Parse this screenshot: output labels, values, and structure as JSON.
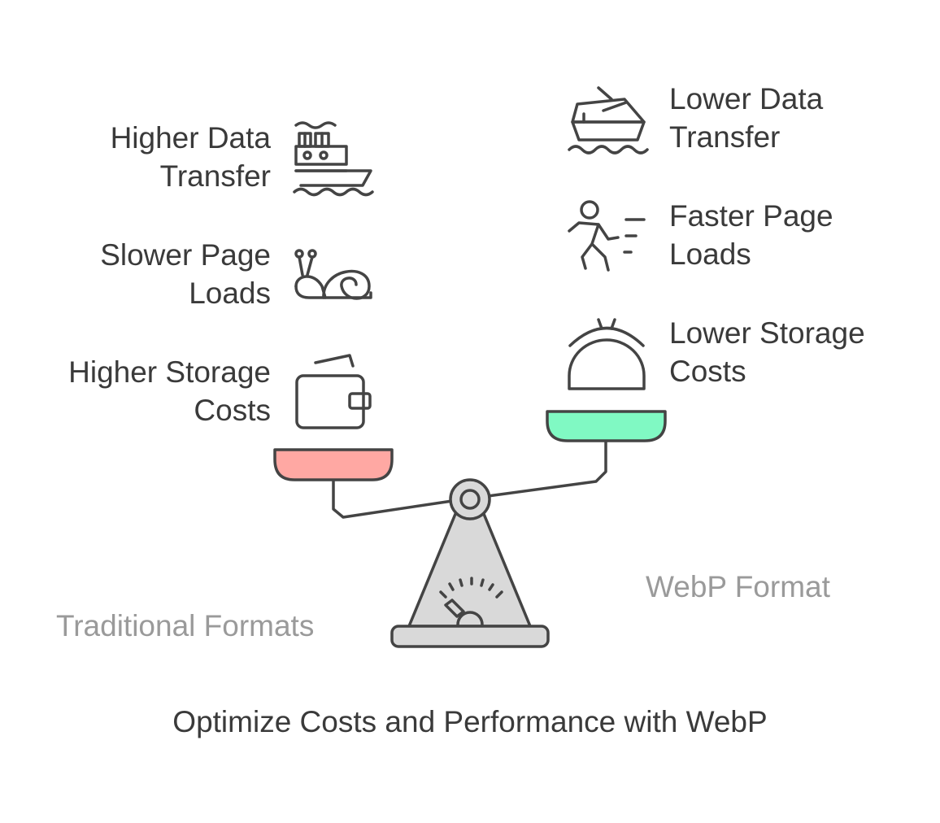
{
  "diagram": {
    "left_items": [
      {
        "line1": "Higher Data",
        "line2": "Transfer",
        "icon": "ship-icon"
      },
      {
        "line1": "Slower Page",
        "line2": "Loads",
        "icon": "snail-icon"
      },
      {
        "line1": "Higher Storage",
        "line2": "Costs",
        "icon": "wallet-icon"
      }
    ],
    "right_items": [
      {
        "line1": "Lower Data",
        "line2": "Transfer",
        "icon": "speedboat-icon"
      },
      {
        "line1": "Faster Page",
        "line2": "Loads",
        "icon": "running-person-icon"
      },
      {
        "line1": "Lower Storage",
        "line2": "Costs",
        "icon": "service-bell-icon"
      }
    ],
    "left_side_label": "Traditional Formats",
    "right_side_label": "WebP Format",
    "footer_title": "Optimize Costs and Performance with WebP",
    "colors": {
      "left_pan": "#FFA8A3",
      "right_pan": "#80F9C3",
      "stand": "#D9D9D9",
      "stroke": "#444444",
      "side_label": "#9A9A9A",
      "text": "#3A3A3A"
    }
  }
}
